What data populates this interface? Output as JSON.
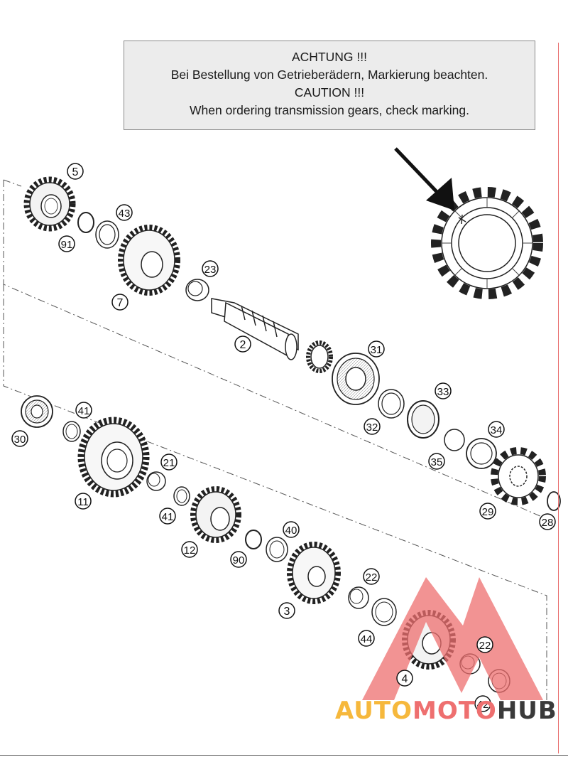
{
  "caution": {
    "line1": "ACHTUNG !!!",
    "line2": "Bei Bestellung von Getrieberädern, Markierung beachten.",
    "line3": "CAUTION !!!",
    "line4": "When ordering transmission gears, check marking."
  },
  "callouts": {
    "c5": "5",
    "c91": "91",
    "c43": "43",
    "c7": "7",
    "c23": "23",
    "c2": "2",
    "c31": "31",
    "c32": "32",
    "c33": "33",
    "c35": "35",
    "c34": "34",
    "c29": "29",
    "c28": "28",
    "c30": "30",
    "c41a": "41",
    "c11": "11",
    "c21": "21",
    "c41b": "41",
    "c12": "12",
    "c90": "90",
    "c40": "40",
    "c3": "3",
    "c22a": "22",
    "c44": "44",
    "c4": "4",
    "c22b": "22",
    "c42": "42"
  },
  "watermark": {
    "part1": "AUTO",
    "part2": "MOTO",
    "part3": "HUB",
    "colors": {
      "auto": "#f6b83c",
      "moto": "#ee6f6f",
      "hub": "#3a3a3a",
      "logo": "#ee6f6f"
    }
  }
}
